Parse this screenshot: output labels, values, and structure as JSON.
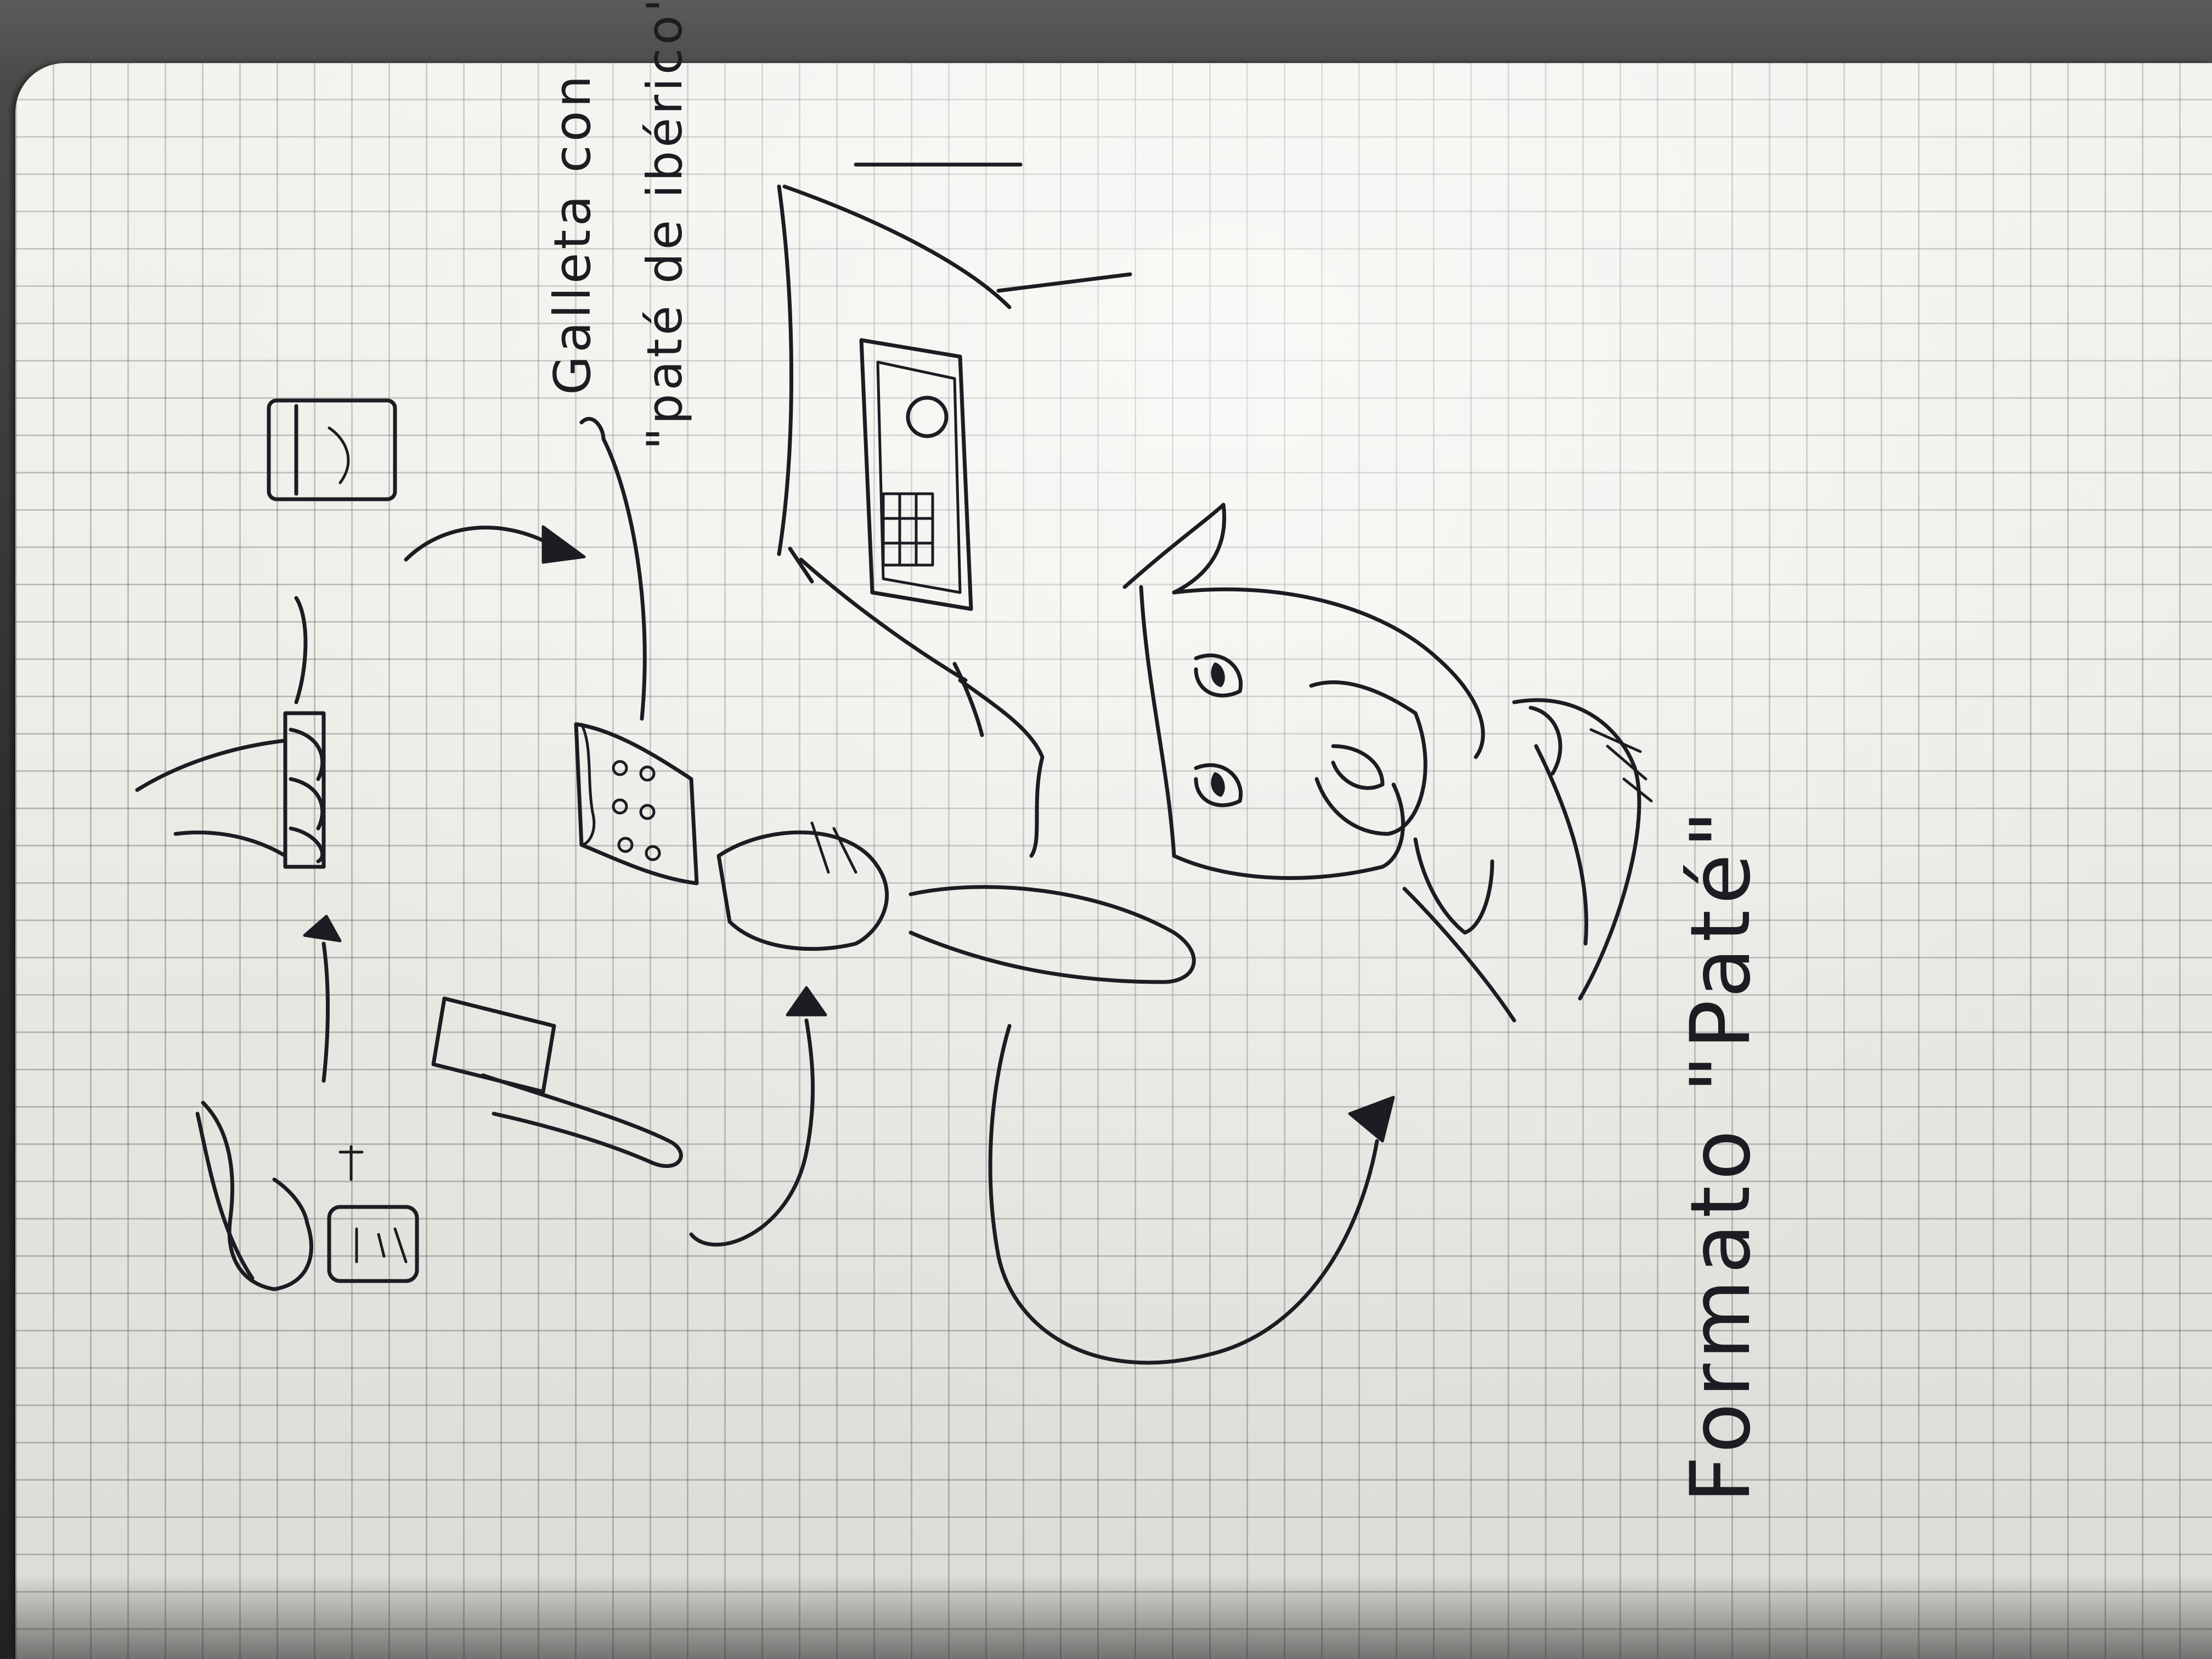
{
  "notes": {
    "caption_main": "Galleta con",
    "caption_sub": "\"paté de ibérico\"",
    "format_label": "Formato \"Paté\""
  },
  "colors": {
    "ink": "#1c1c22",
    "paper": "#efefea",
    "grid": "#8a8a8a",
    "background": "#2e2e2e"
  }
}
